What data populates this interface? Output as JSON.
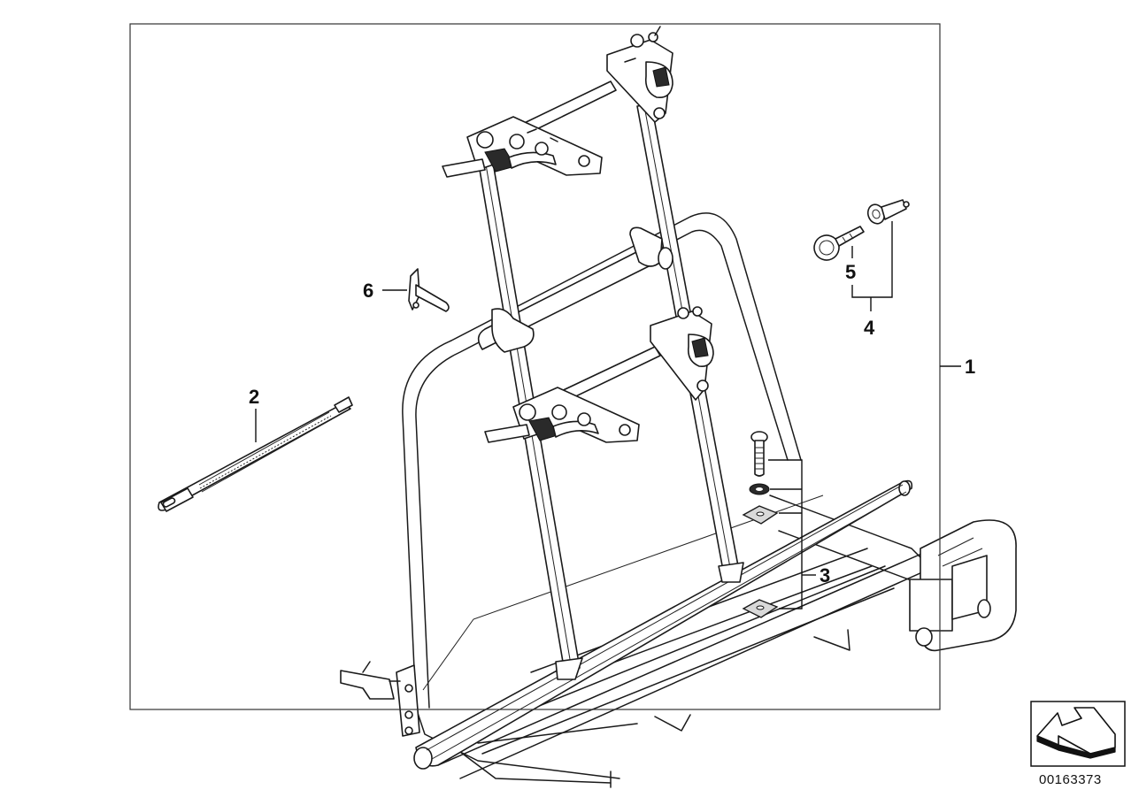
{
  "callouts": [
    {
      "id": "1",
      "label": "1"
    },
    {
      "id": "2",
      "label": "2"
    },
    {
      "id": "3",
      "label": "3"
    },
    {
      "id": "4",
      "label": "4"
    },
    {
      "id": "5",
      "label": "5"
    },
    {
      "id": "6",
      "label": "6"
    }
  ],
  "document_number": "00163373",
  "icons": {
    "corner_badge": "return-arrow-icon"
  }
}
